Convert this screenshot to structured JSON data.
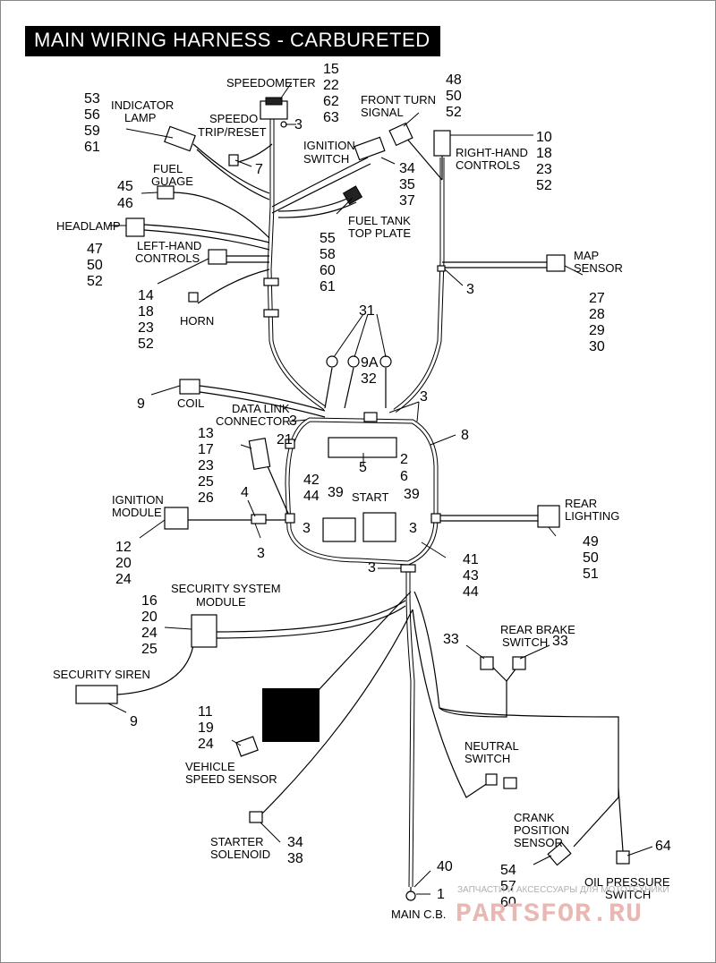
{
  "title": "MAIN WIRING HARNESS - CARBURETED",
  "components": {
    "speedometer": {
      "label": "SPEEDOMETER",
      "refs": [
        "15",
        "22",
        "62",
        "63"
      ]
    },
    "speedo_trip": {
      "label_lines": [
        "SPEEDO",
        "TRIP/RESET"
      ],
      "ref": "3"
    },
    "indicator_lamp": {
      "label_lines": [
        "INDICATOR",
        "LAMP"
      ],
      "refs": [
        "53",
        "56",
        "59",
        "61"
      ]
    },
    "seven": "7",
    "front_turn_signal": {
      "label_lines": [
        "FRONT TURN",
        "SIGNAL"
      ],
      "refs": [
        "48",
        "50",
        "52"
      ]
    },
    "right_hand_controls": {
      "label_lines": [
        "RIGHT-HAND",
        "CONTROLS"
      ],
      "refs": [
        "10",
        "18",
        "23",
        "52"
      ]
    },
    "ignition_switch": {
      "label_lines": [
        "IGNITION",
        "SWITCH"
      ],
      "refs": [
        "34",
        "35",
        "37"
      ]
    },
    "fuel_gauge": {
      "label_lines": [
        "FUEL",
        "GUAGE"
      ],
      "refs": [
        "45",
        "46"
      ]
    },
    "fuel_tank": {
      "label_lines": [
        "FUEL TANK",
        "TOP PLATE"
      ],
      "refs": [
        "55",
        "58",
        "60",
        "61"
      ]
    },
    "headlamp": {
      "label": "HEADLAMP",
      "refs": [
        "47",
        "50",
        "52"
      ]
    },
    "left_hand_controls": {
      "label_lines": [
        "LEFT-HAND",
        "CONTROLS"
      ],
      "refs": [
        "14",
        "18",
        "23",
        "52"
      ]
    },
    "horn": {
      "label": "HORN"
    },
    "map_sensor": {
      "label_lines": [
        "MAP",
        "SENSOR"
      ],
      "refs": [
        "27",
        "28",
        "29",
        "30"
      ],
      "ref_clip": "3"
    },
    "ground_lugs": {
      "ref": "31"
    },
    "fuse_9a": {
      "ref": "9A"
    },
    "relay_32": {
      "ref": "32"
    },
    "clips_top_right": {
      "ref": "3"
    },
    "coil": {
      "label": "COIL",
      "ref": "9"
    },
    "data_link": {
      "label_lines": [
        "DATA LINK",
        "CONNECTOR"
      ],
      "refs": [
        "13",
        "17",
        "23",
        "25",
        "26"
      ],
      "ref_a": "21",
      "ref_b": "3"
    },
    "harness_caddy": {
      "ref": "8",
      "ref_center": "5"
    },
    "start_relay": {
      "label": "START",
      "refs": [
        "2",
        "6"
      ]
    },
    "relays_39": {
      "ref": "39"
    },
    "fuse_block": {
      "refs": [
        "42",
        "44"
      ]
    },
    "ignition_module": {
      "label_lines": [
        "IGNITION",
        "MODULE"
      ],
      "refs": [
        "12",
        "20",
        "24"
      ],
      "ref_a": "4",
      "ref_b": "3"
    },
    "clip_left": "3",
    "clip_right": "3",
    "rear_lighting": {
      "label_lines": [
        "REAR",
        "LIGHTING"
      ],
      "refs": [
        "49",
        "50",
        "51"
      ]
    },
    "bottom_clip": {
      "ref": "3",
      "refs": [
        "41",
        "43",
        "44"
      ]
    },
    "security_module": {
      "label_lines": [
        "SECURITY SYSTEM",
        "MODULE"
      ],
      "refs": [
        "16",
        "20",
        "24",
        "25"
      ]
    },
    "security_siren": {
      "label": "SECURITY SIREN",
      "ref": "9"
    },
    "rear_brake_switch": {
      "label_lines": [
        "REAR BRAKE",
        "SWITCH"
      ],
      "ref_left": "33",
      "ref_right": "33"
    },
    "vehicle_speed_sensor": {
      "label_lines": [
        "VEHICLE",
        "SPEED SENSOR"
      ],
      "refs": [
        "11",
        "19",
        "24"
      ]
    },
    "neutral_switch": {
      "label_lines": [
        "NEUTRAL",
        "SWITCH"
      ]
    },
    "crank_sensor": {
      "label_lines": [
        "CRANK",
        "POSITION",
        "SENSOR"
      ],
      "refs": [
        "54",
        "57",
        "60"
      ]
    },
    "oil_pressure": {
      "label_lines": [
        "OIL PRESSURE",
        "SWITCH"
      ],
      "ref": "64"
    },
    "starter_solenoid": {
      "label_lines": [
        "STARTER",
        "SOLENOID"
      ],
      "refs": [
        "34",
        "38"
      ]
    },
    "main_cb": {
      "label": "MAIN C.B.",
      "refs": [
        "40",
        "1"
      ]
    }
  },
  "watermark": {
    "text": "ЗАПЧАСТИ И АКСЕССУАРЫ ДЛЯ МОТОТЕХНИКИ",
    "logo": "PARTSFOR.RU"
  }
}
